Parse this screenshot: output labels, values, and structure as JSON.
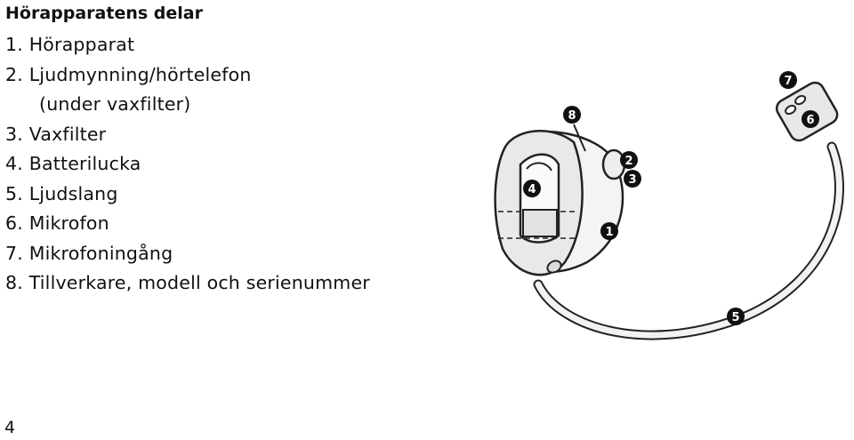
{
  "heading": "Hörapparatens delar",
  "parts": [
    {
      "num": "1.",
      "text": "Hörapparat"
    },
    {
      "num": "2.",
      "text": "Ljudmynning/hörtelefon",
      "sub": "(under vaxfilter)"
    },
    {
      "num": "3.",
      "text": "Vaxfilter"
    },
    {
      "num": "4.",
      "text": "Batterilucka"
    },
    {
      "num": "5.",
      "text": "Ljudslang"
    },
    {
      "num": "6.",
      "text": "Mikrofon"
    },
    {
      "num": "7.",
      "text": "Mikrofoningång"
    },
    {
      "num": "8.",
      "text": "Tillverkare, modell och serienummer"
    }
  ],
  "figure_callouts": [
    "1",
    "2",
    "3",
    "4",
    "5",
    "6",
    "7",
    "8"
  ],
  "page_number": "4"
}
